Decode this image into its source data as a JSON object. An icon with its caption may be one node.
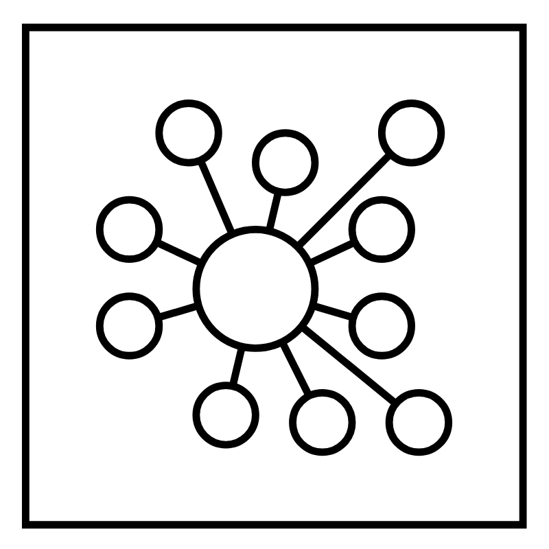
{
  "diagram": {
    "nodes": [
      {
        "text": [],
        "shape": "box"
      },
      {
        "text": [],
        "shape": "circle",
        "in": 0
      },
      {
        "text": [],
        "shape": "circle",
        "in": 0
      },
      {
        "text": [],
        "shape": "circle",
        "in": 0
      },
      {
        "text": [],
        "shape": "circle",
        "in": 0
      },
      {
        "text": [],
        "shape": "circle",
        "in": 0
      },
      {
        "text": [],
        "shape": "circle",
        "in": 0
      },
      {
        "text": [],
        "shape": "circle",
        "in": 0
      },
      {
        "text": [],
        "shape": "circle",
        "in": 0
      },
      {
        "text": [],
        "shape": "circle",
        "in": 0
      },
      {
        "text": [],
        "shape": "circle",
        "in": 0
      },
      {
        "text": [],
        "shape": "circle",
        "in": 0
      }
    ],
    "edges": [
      {
        "from": 6,
        "to": 1,
        "arrow": "none"
      },
      {
        "from": 6,
        "to": 2,
        "arrow": "none"
      },
      {
        "from": 6,
        "to": 3,
        "arrow": "none"
      },
      {
        "from": 6,
        "to": 4,
        "arrow": "none"
      },
      {
        "from": 6,
        "to": 5,
        "arrow": "none"
      },
      {
        "from": 6,
        "to": 7,
        "arrow": "none"
      },
      {
        "from": 6,
        "to": 8,
        "arrow": "none"
      },
      {
        "from": 6,
        "to": 9,
        "arrow": "none"
      },
      {
        "from": 6,
        "to": 10,
        "arrow": "none"
      },
      {
        "from": 6,
        "to": 11,
        "arrow": "none"
      }
    ]
  }
}
